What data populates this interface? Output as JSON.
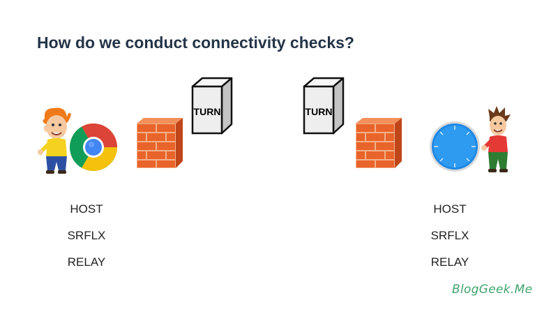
{
  "slide": {
    "title": "How do we conduct connectivity checks?"
  },
  "left_peer": {
    "browser_icon": "chrome-browser-icon",
    "person_icon": "cartoon-person-icon",
    "candidates": [
      "HOST",
      "SRFLX",
      "RELAY"
    ]
  },
  "right_peer": {
    "browser_icon": "safari-browser-icon",
    "person_icon": "cartoon-person-icon",
    "candidates": [
      "HOST",
      "SRFLX",
      "RELAY"
    ]
  },
  "servers": {
    "left_label": "TURN",
    "right_label": "TURN",
    "icon": "server-tower-icon"
  },
  "firewalls": {
    "icon": "brick-firewall-icon"
  },
  "brand": {
    "text": "BlogGeek.Me",
    "color": "#3fa56e"
  },
  "colors": {
    "title": "#243447",
    "firewall_brick": "#e8642a",
    "firewall_mortar": "#f4b08a",
    "chrome_red": "#db4437",
    "chrome_yellow": "#f4c20d",
    "chrome_green": "#0f9d58",
    "chrome_blue": "#4285f4",
    "safari_blue": "#1e88e5",
    "server_light": "#eeeeee",
    "server_dark": "#c4c4c4"
  }
}
